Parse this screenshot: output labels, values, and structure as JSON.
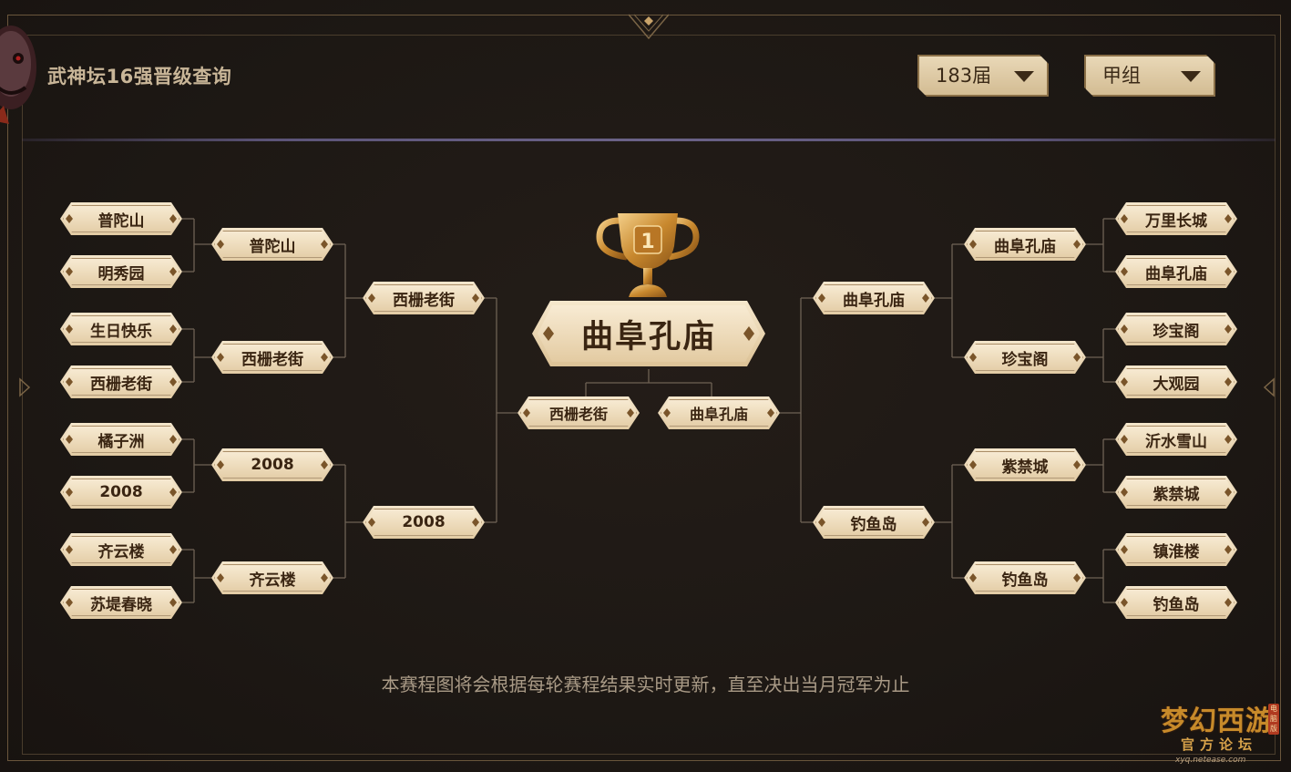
{
  "header": {
    "title": "武神坛16强晋级查询",
    "season_select": "183届",
    "group_select": "甲组"
  },
  "bracket": {
    "left_r1": [
      "普陀山",
      "明秀园",
      "生日快乐",
      "西栅老街",
      "橘子洲",
      "2008",
      "齐云楼",
      "苏堤春晓"
    ],
    "left_r2": [
      "普陀山",
      "西栅老街",
      "2008",
      "齐云楼"
    ],
    "left_r3": [
      "西栅老街",
      "2008"
    ],
    "finalist_left": "西栅老街",
    "finalist_right": "曲阜孔庙",
    "right_r3": [
      "曲阜孔庙",
      "钓鱼岛"
    ],
    "right_r2": [
      "曲阜孔庙",
      "珍宝阁",
      "紫禁城",
      "钓鱼岛"
    ],
    "right_r1": [
      "万里长城",
      "曲阜孔庙",
      "珍宝阁",
      "大观园",
      "沂水雪山",
      "紫禁城",
      "镇淮楼",
      "钓鱼岛"
    ],
    "champion": "曲阜孔庙",
    "trophy_number": "1"
  },
  "footer": {
    "note": "本赛程图将会根据每轮赛程结果实时更新，直至决出当月冠军为止"
  },
  "logo": {
    "main": "梦幻西游",
    "sub": "官方论坛",
    "url": "xyq.netease.com",
    "tag": "电脑版"
  },
  "colors": {
    "background": "#1e1915",
    "box_fill": "#f4e6cc",
    "box_text": "#3a2512",
    "line": "#6e6254",
    "title": "#c9b698"
  }
}
